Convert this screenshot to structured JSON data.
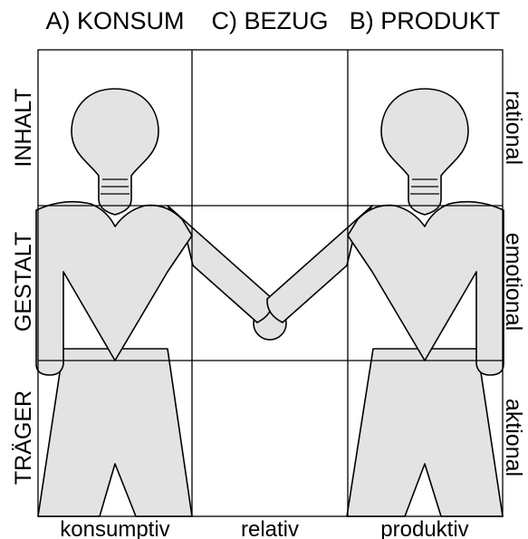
{
  "columns": {
    "a": "A) KONSUM",
    "c": "C) BEZUG",
    "b": "B) PRODUKT"
  },
  "rows_left": {
    "top": "INHALT",
    "middle": "GESTALT",
    "bottom": "TRÄGER"
  },
  "rows_right": {
    "top": "rational",
    "middle": "emotional",
    "bottom": "aktional"
  },
  "footer": {
    "left": "konsumptiv",
    "center": "relativ",
    "right": "produktiv"
  },
  "colors": {
    "figure_fill": "#e3e3e3",
    "line": "#000000"
  }
}
